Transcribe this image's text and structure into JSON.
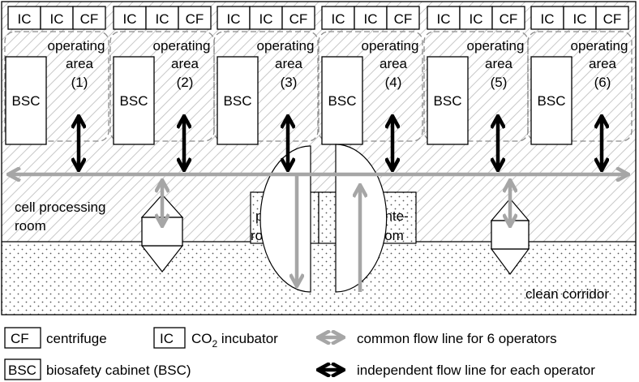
{
  "equipment": {
    "incubator": "IC",
    "centrifuge": "CF",
    "cabinet": "BSC"
  },
  "operating_area_label": {
    "line1": "operating",
    "line2": "area"
  },
  "operating_areas": [
    {
      "number": "(1)"
    },
    {
      "number": "(2)"
    },
    {
      "number": "(3)"
    },
    {
      "number": "(4)"
    },
    {
      "number": "(5)"
    },
    {
      "number": "(6)"
    }
  ],
  "rooms": {
    "cell_processing_line1": "cell processing",
    "cell_processing_line2": "room",
    "post_room_line1": "post-",
    "post_room_line2": "room",
    "ante_room_line1": "ante-",
    "ante_room_line2": "room",
    "clean_corridor": "clean corridor"
  },
  "legend": {
    "cf_code": "CF",
    "cf_text": "centrifuge",
    "ic_code": "IC",
    "ic_text_prefix": "CO",
    "ic_text_sub": "2",
    "ic_text_suffix": " incubator",
    "bsc_code": "BSC",
    "bsc_text": "biosafety cabinet (BSC)",
    "common_flow": "common flow line for 6 operators",
    "independent_flow": "independent  flow line for each operator"
  },
  "colors": {
    "common_flow": "#a6a6a6",
    "independent_flow": "#000000",
    "dashed_area": "#8a8a8a",
    "hatch": "#c8c8c8",
    "dots": "#555555"
  }
}
